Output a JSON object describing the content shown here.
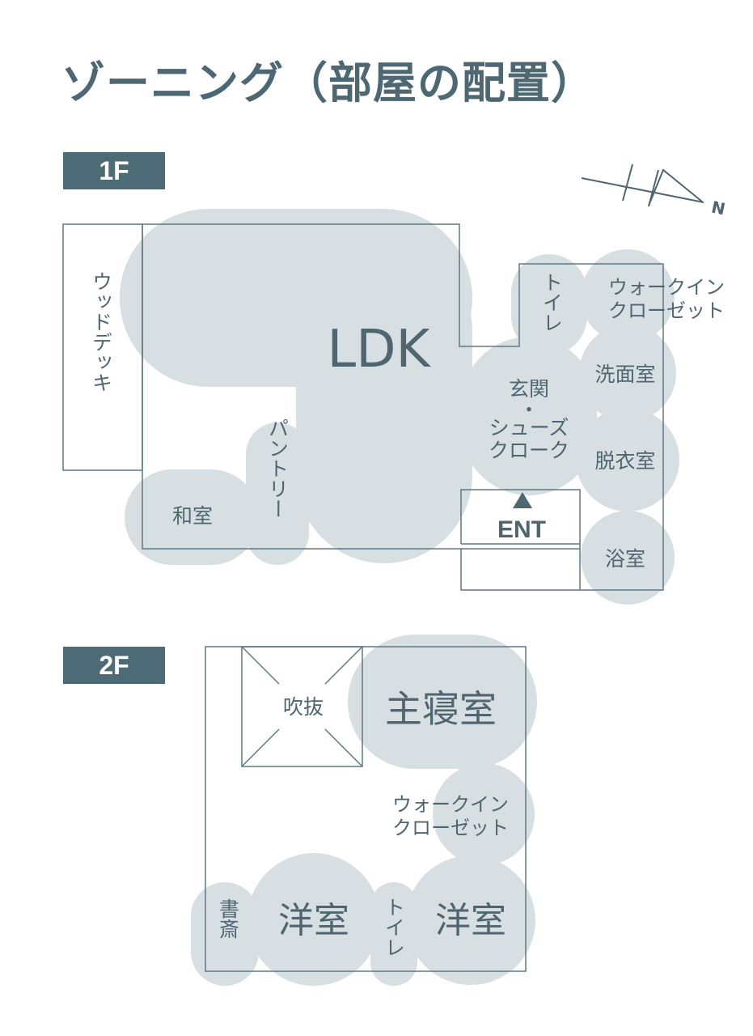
{
  "title": "ゾーニング（部屋の配置）",
  "floor1": {
    "label": "1F",
    "compass": "N",
    "rooms": {
      "wood_deck": "ウッドデッキ",
      "ldk": "LDK",
      "toilet": "トイレ",
      "walk_in_closet_l1": "ウォークイン",
      "walk_in_closet_l2": "クローゼット",
      "genkan_l1": "玄関",
      "genkan_l2": "・",
      "genkan_l3": "シューズ",
      "genkan_l4": "クローク",
      "washroom": "洗面室",
      "dressing": "脱衣室",
      "pantry": "パントリー",
      "washitsu": "和室",
      "entrance": "ENT",
      "bath": "浴室"
    }
  },
  "floor2": {
    "label": "2F",
    "rooms": {
      "void": "吹抜",
      "master_bedroom": "主寝室",
      "walk_in_closet_l1": "ウォークイン",
      "walk_in_closet_l2": "クローゼット",
      "study": "書斎",
      "western_room_1": "洋室",
      "toilet": "トイレ",
      "western_room_2": "洋室"
    }
  }
}
